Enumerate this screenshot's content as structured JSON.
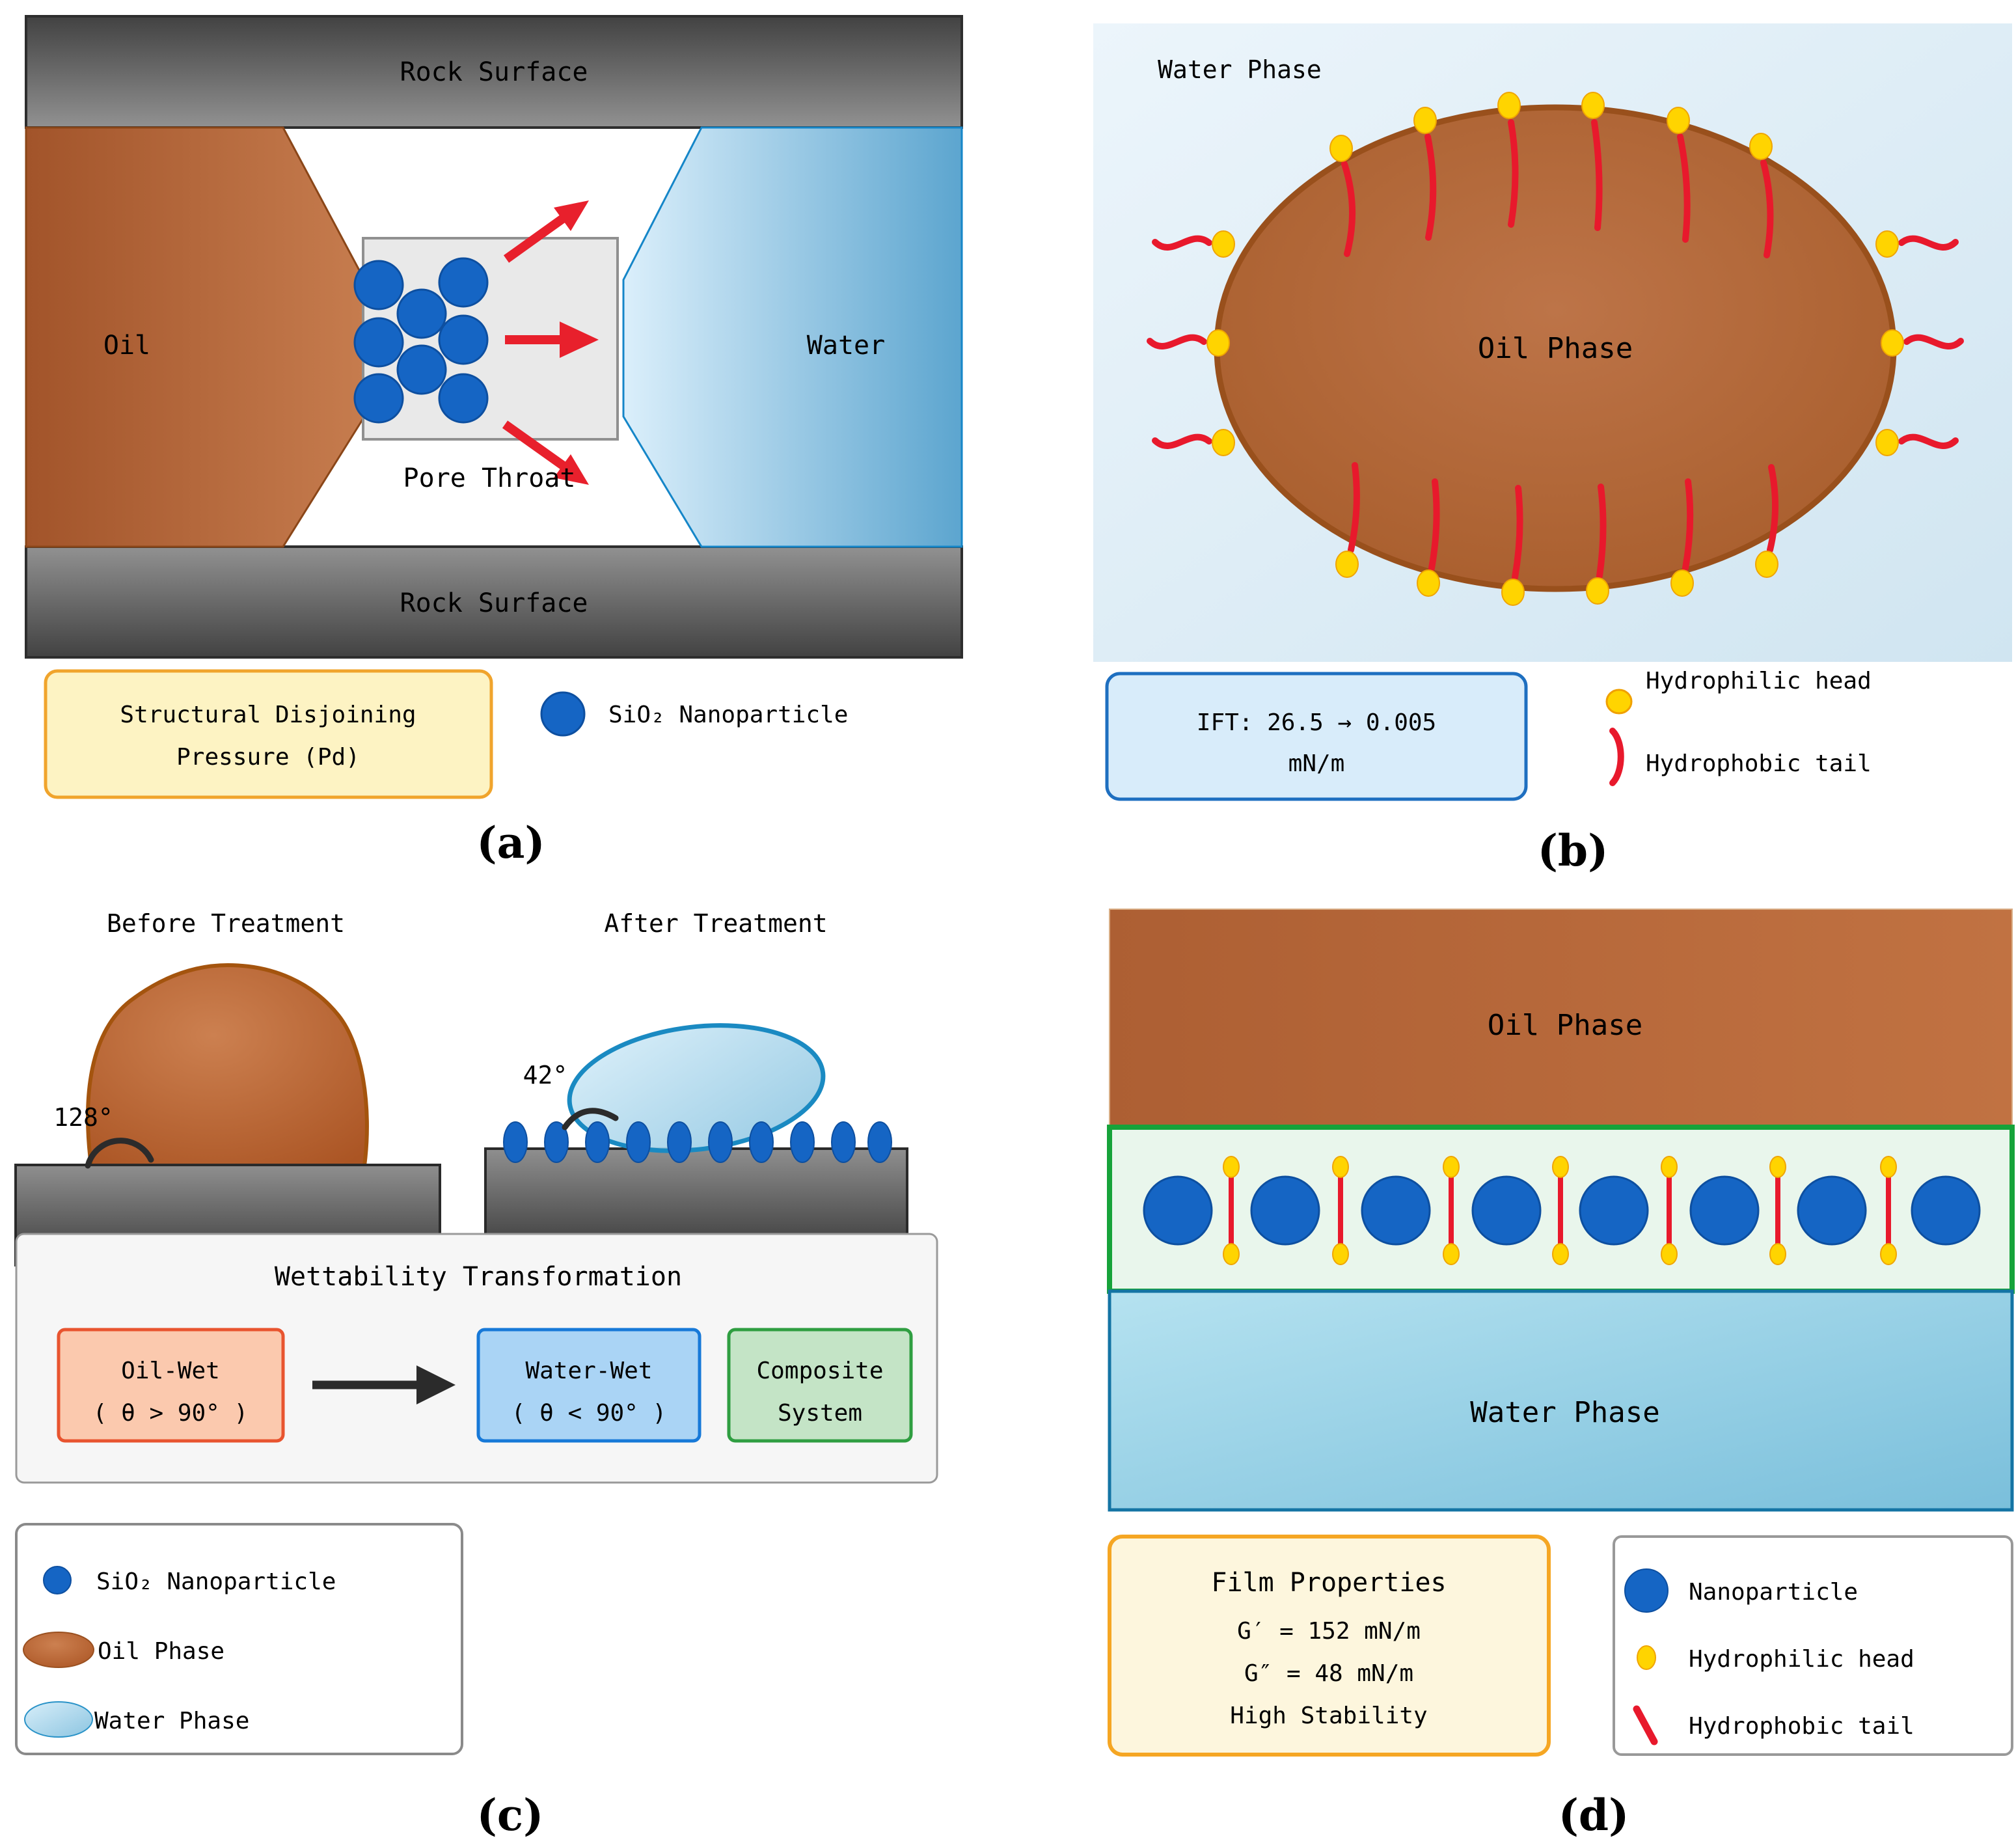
{
  "colors": {
    "nanoparticle_blue": "#1565c4",
    "nanoparticle_edge": "#0d4fa0",
    "oil_brown": "#b2643a",
    "oil_edge": "#9a5220",
    "water_blue": "#5ca5cf",
    "rock_dark": "#454545",
    "rock_light": "#8f8f8f",
    "arrow_red": "#e8202c",
    "tail_red": "#e8192c",
    "head_yellow": "#ffd400",
    "interface_green": "#16a33a",
    "legend_yellow_fill": "#fdf3c3",
    "legend_yellow_border": "#f0a42c",
    "ift_fill": "#d8ecfa",
    "ift_border": "#1e6fc0",
    "film_fill": "#fdf6dd",
    "film_border": "#f5a623"
  },
  "panel_a": {
    "rock_top_label": "Rock Surface",
    "rock_bottom_label": "Rock Surface",
    "oil_label": "Oil",
    "water_label": "Water",
    "pore_throat_label": "Pore Throat",
    "legend_pressure_line1": "Structural Disjoining",
    "legend_pressure_line2": "Pressure (Pd)",
    "legend_nanoparticle": "SiO₂ Nanoparticle",
    "caption": "(a)"
  },
  "panel_b": {
    "water_phase_label": "Water Phase",
    "oil_phase_label": "Oil Phase",
    "ift_line1": "IFT: 26.5 → 0.005",
    "ift_line2": "mN/m",
    "legend_head": "Hydrophilic head",
    "legend_tail": "Hydrophobic tail",
    "caption": "(b)"
  },
  "panel_c": {
    "before_title": "Before Treatment",
    "after_title": "After Treatment",
    "before_angle": "128°",
    "after_angle": "42°",
    "transformation_title": "Wettability Transformation",
    "oil_wet_line1": "Oil-Wet",
    "oil_wet_line2": "( θ > 90° )",
    "water_wet_line1": "Water-Wet",
    "water_wet_line2": "( θ < 90° )",
    "composite_line1": "Composite",
    "composite_line2": "System",
    "legend_sio2": "SiO₂ Nanoparticle",
    "legend_oil": "Oil Phase",
    "legend_water": "Water Phase",
    "caption": "(c)"
  },
  "panel_d": {
    "oil_phase_label": "Oil Phase",
    "water_phase_label": "Water Phase",
    "film_title": "Film Properties",
    "film_g1": "G′ = 152 mN/m",
    "film_g2": "G″ = 48 mN/m",
    "film_stability": "High Stability",
    "legend_nanoparticle": "Nanoparticle",
    "legend_head": "Hydrophilic head",
    "legend_tail": "Hydrophobic tail",
    "caption": "(d)"
  }
}
